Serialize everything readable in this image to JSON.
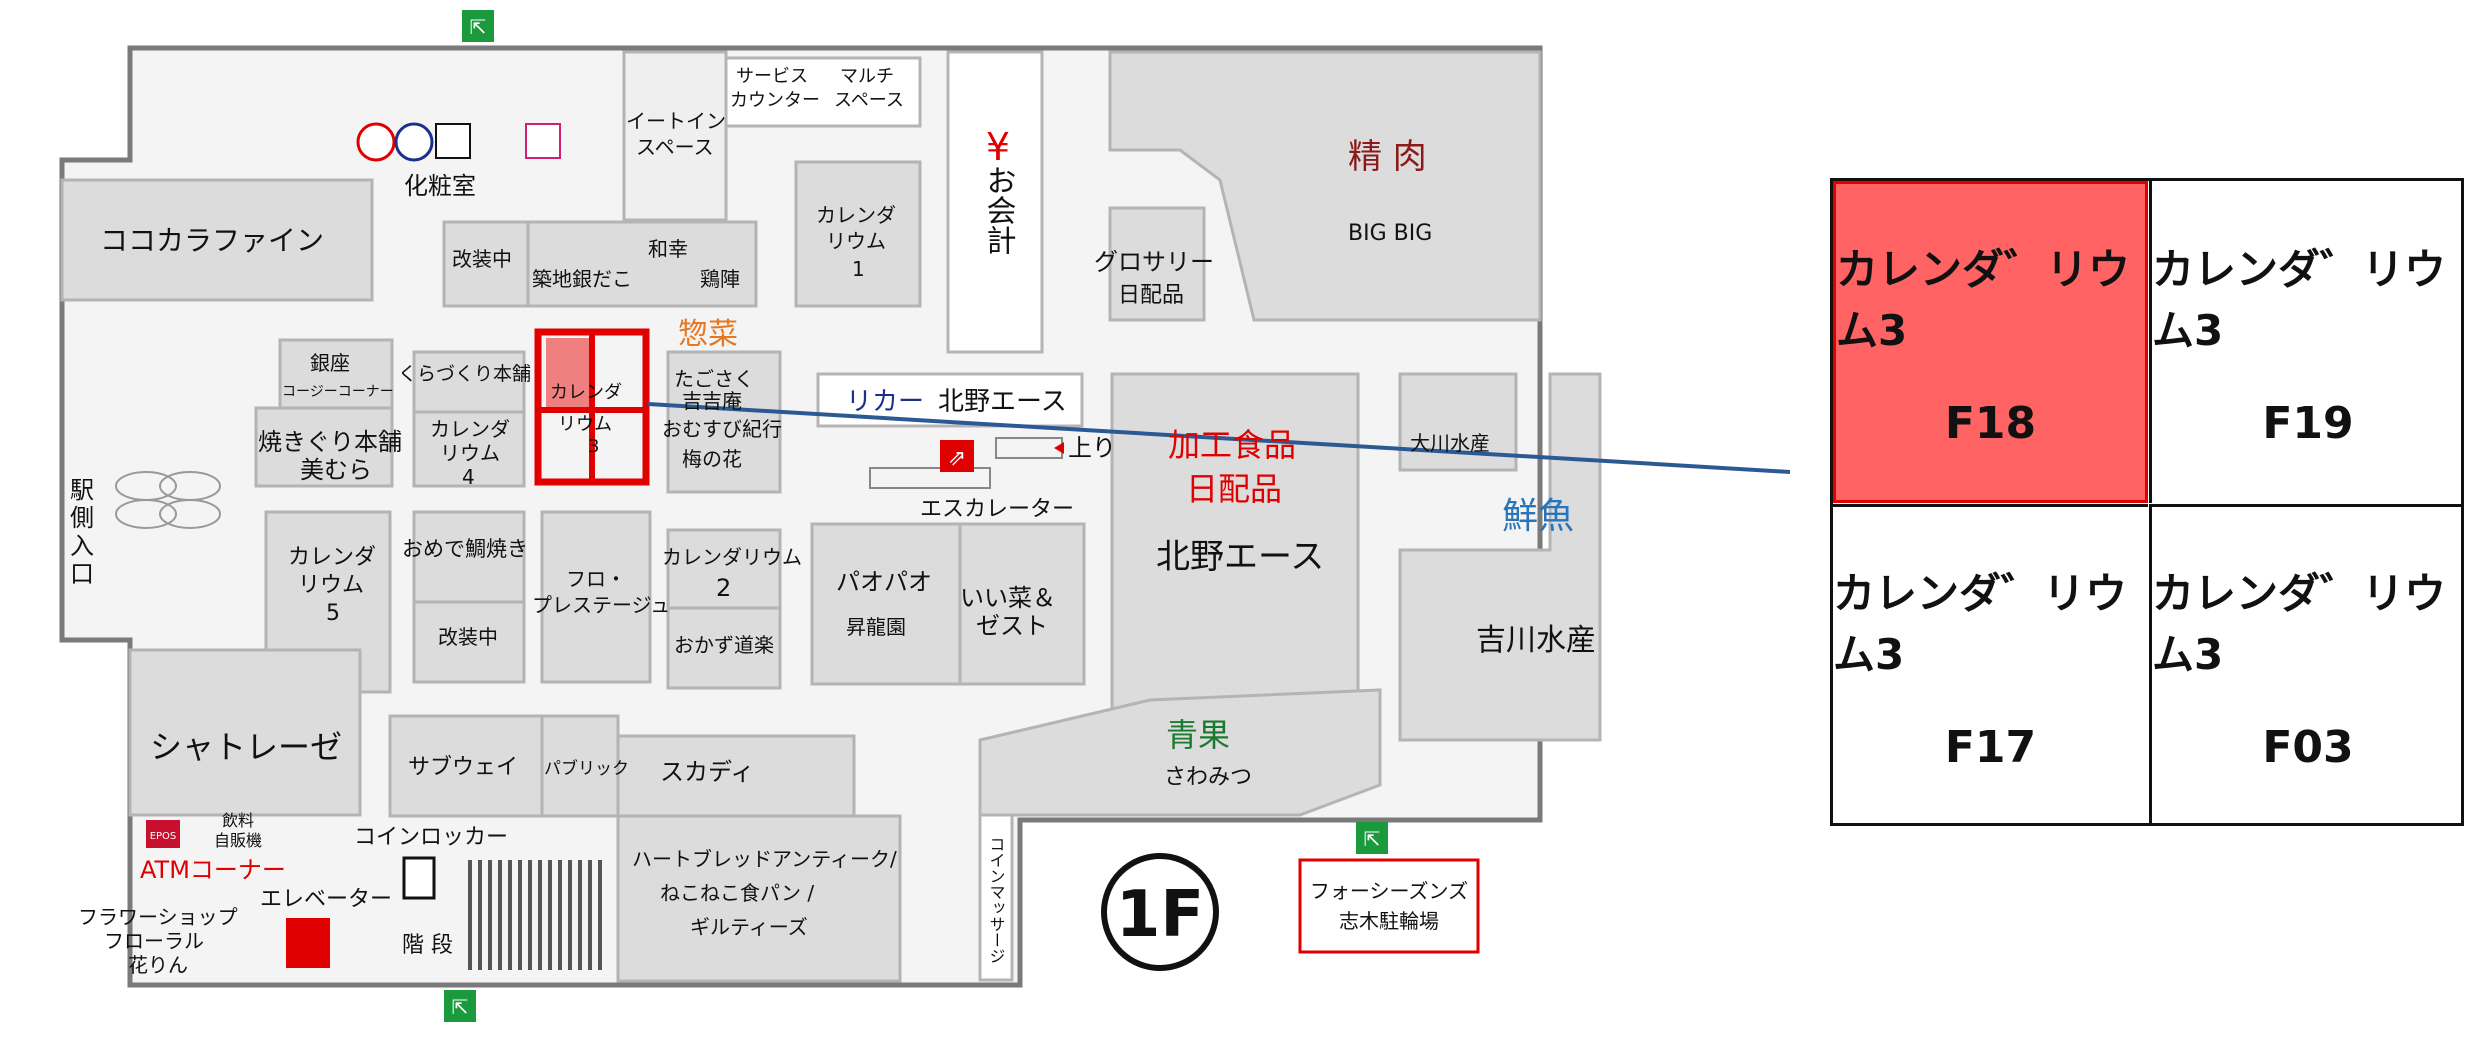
{
  "map": {
    "floor": "1F",
    "areas": {
      "cocokara": "ココカラファイン",
      "restroom": "化粧室",
      "eatin_1": "イートイン",
      "eatin_2": "スペース",
      "service_1": "サービス",
      "service_2": "カウンター",
      "multi_1": "マルチ",
      "multi_2": "スペース",
      "checkout_yen": "¥",
      "checkout": "お会計",
      "meat": "精 肉",
      "bigbig": "BIG BIG",
      "renovating_1": "改装中",
      "wakou": "和幸",
      "tsukiji": "築地銀だこ",
      "torijin": "鶏陣",
      "calendarium1_1": "カレンダ",
      "calendarium1_2": "リウム",
      "calendarium1_3": "1",
      "grocery_1": "グロサリー",
      "grocery_2": "日配品",
      "sozai": "惣菜",
      "ginza_1": "銀座",
      "ginza_2": "コージーコーナー",
      "kura": "くらづくり本舗",
      "cal_sel_1": "カレンダ",
      "cal_sel_2": "リウム",
      "cal_sel_3": "3",
      "tagosaku_1": "たごさく",
      "tagosaku_2": "吉吉庵",
      "omusubi": "おむすび紀行",
      "umenohana": "梅の花",
      "liquor_label": "リカー",
      "liquor_name": "北野エース",
      "yakiguri_1": "焼きぐり本舗",
      "yakiguri_2": "美むら",
      "calendarium4_1": "カレンダ",
      "calendarium4_2": "リウム",
      "calendarium4_3": "4",
      "escalator_up": "上り",
      "escalator": "エスカレーター",
      "processed_1": "加工食品",
      "processed_2": "日配品",
      "kitano": "北野エース",
      "oyama": "大川水産",
      "fish": "鮮魚",
      "yoshikawa": "吉川水産",
      "entrance_1": "駅",
      "entrance_2": "側",
      "entrance_3": "入",
      "entrance_4": "口",
      "calendarium5_1": "カレンダ",
      "calendarium5_2": "リウム",
      "calendarium5_3": "5",
      "omedetai": "おめで鯛焼き",
      "renovating_2": "改装中",
      "flow_1": "フロ・",
      "flow_2": "プレステージュ",
      "calendarium2_1": "カレンダリウム",
      "calendarium2_2": "2",
      "okazu": "おかず道楽",
      "paopao": "パオパオ",
      "shouryuen": "昇龍園",
      "iisai_1": "いい菜＆",
      "iisai_2": "ゼスト",
      "chateraise": "シャトレーゼ",
      "subway": "サブウェイ",
      "public": "パブリック",
      "scaddy": "スカディ",
      "produce": "青果",
      "sawamitsu": "さわみつ",
      "epos": "EPOS",
      "drinks_1": "飲料",
      "drinks_2": "自販機",
      "atm": "ATMコーナー",
      "locker": "コインロッカー",
      "elevator": "エレベーター",
      "stairs": "階 段",
      "flower_1": "フラワーショップ",
      "flower_2": "フローラル",
      "flower_3": "花りん",
      "heartbread_1": "ハートブレッドアンティーク/",
      "heartbread_2": "ねこねこ食パン /",
      "heartbread_3": "ギルティーズ",
      "massage": "コインマッサージ",
      "bike_1": "フォーシーズンズ",
      "bike_2": "志木駐輪場"
    }
  },
  "detail_grid": [
    {
      "name": "カレンダ゛リウム3",
      "code": "F18",
      "selected": true
    },
    {
      "name": "カレンダ゛リウム3",
      "code": "F19",
      "selected": false
    },
    {
      "name": "カレンダ゛リウム3",
      "code": "F17",
      "selected": false
    },
    {
      "name": "カレンダ゛リウム3",
      "code": "F03",
      "selected": false
    }
  ],
  "colors": {
    "highlight": "#ff6363",
    "selection_border": "#e00000",
    "pointer_line": "#2b5a93",
    "shop_fill": "#dcdcdc",
    "sozai_orange": "#e87722",
    "liquor_blue": "#1b2f8f",
    "fish_blue": "#2a74b8",
    "exit_green": "#1a9a3c"
  }
}
